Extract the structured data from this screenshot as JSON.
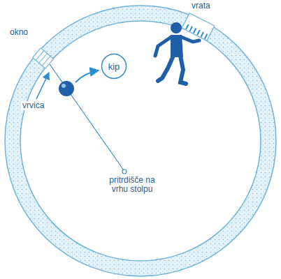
{
  "diagram": {
    "nodes": [
      {
        "text": [
          "kip"
        ]
      }
    ],
    "labels": [
      "okno",
      "vrata",
      "vrvica",
      "pritrdišče na vrhu stolpu"
    ]
  }
}
